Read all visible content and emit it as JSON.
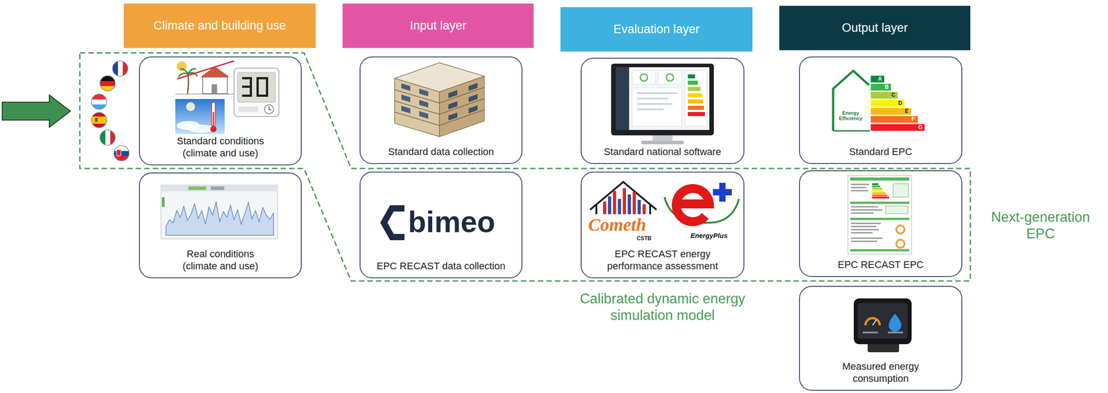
{
  "diagram": {
    "nodes": [
      {
        "text": [
          "Climate and building use"
        ]
      },
      {
        "text": [
          "Input layer"
        ]
      },
      {
        "text": [
          "Evaluation layer"
        ]
      },
      {
        "text": [
          "Output layer"
        ]
      },
      {
        "text": [
          "Standard conditions (climate and use)"
        ]
      },
      {
        "text": [
          "Standard data collection"
        ]
      },
      {
        "text": [
          "Standard national software"
        ]
      },
      {
        "text": [
          "Standard EPC"
        ]
      },
      {
        "text": [
          "Real conditions (climate and use)"
        ]
      },
      {
        "text": [
          "EPC RECAST data collection"
        ]
      },
      {
        "text": [
          "EPC RECAST energy performance assessment"
        ]
      },
      {
        "text": [
          "EPC RECAST EPC"
        ]
      },
      {
        "text": [
          "Measured energy consumption"
        ]
      }
    ],
    "labels": [
      "Next-generation EPC",
      "Calibrated dynamic energy simulation model",
      "bimeo",
      "Cometh",
      "CSTB",
      "EnergyPlus",
      "Energy Efficiency",
      "A",
      "B",
      "C",
      "D",
      "E",
      "F",
      "G"
    ]
  }
}
